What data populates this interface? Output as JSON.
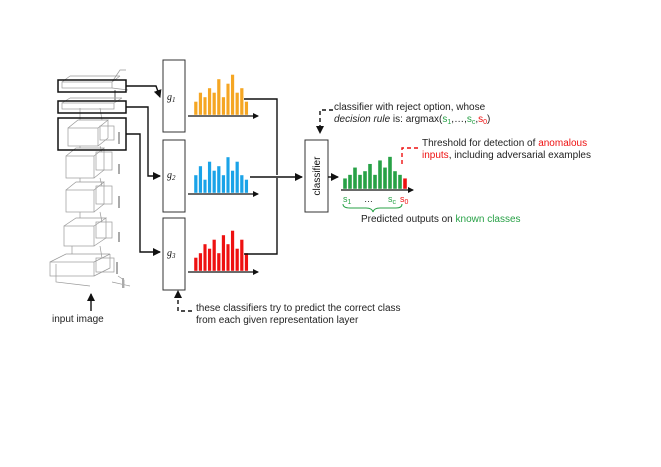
{
  "input_label": "input image",
  "classifiers": [
    {
      "name": "g",
      "index": "1",
      "color": "#f5a623",
      "bars": [
        3,
        5,
        4,
        6,
        5,
        8,
        4,
        7,
        9,
        5,
        6,
        3
      ]
    },
    {
      "name": "g",
      "index": "2",
      "color": "#1aa3e8",
      "bars": [
        4,
        6,
        3,
        7,
        5,
        6,
        4,
        8,
        5,
        7,
        4,
        3
      ]
    },
    {
      "name": "g",
      "index": "3",
      "color": "#ee1111",
      "bars": [
        3,
        4,
        6,
        5,
        7,
        4,
        8,
        6,
        9,
        5,
        7,
        4
      ]
    }
  ],
  "meta_classifier": {
    "label": "classifier"
  },
  "output": {
    "color_known": "#27a146",
    "color_anomalous": "#ee1111",
    "bars": [
      3,
      4,
      6,
      4,
      5,
      7,
      4,
      8,
      6,
      9,
      5,
      4
    ],
    "anomalous_bar": 3,
    "s1": "s",
    "s1_sub": "1",
    "dots": "…",
    "sc": "s",
    "sc_sub": "c",
    "s0": "s",
    "s0_sub": "0"
  },
  "annotation_top": {
    "line1": "classifier with reject option, whose",
    "line2_italic": "decision rule",
    "line2_rest": " is: argmax(",
    "s1": "s",
    "s1_sub": "1",
    "mid": ",…,",
    "sc": "s",
    "sc_sub": "c",
    "comma": ",",
    "s0": "s",
    "s0_sub": "0",
    "close": ")"
  },
  "annotation_threshold": {
    "line1_prefix": "Threshold for detection of ",
    "line1_red": "anomalous",
    "line2_red": "inputs",
    "line2_rest": ", including adversarial examples"
  },
  "annotation_predicted": {
    "prefix": "Predicted outputs on ",
    "green": "known classes"
  },
  "annotation_bottom": {
    "line1": "these classifiers try to predict the correct class",
    "line2": "from each given representation layer"
  }
}
